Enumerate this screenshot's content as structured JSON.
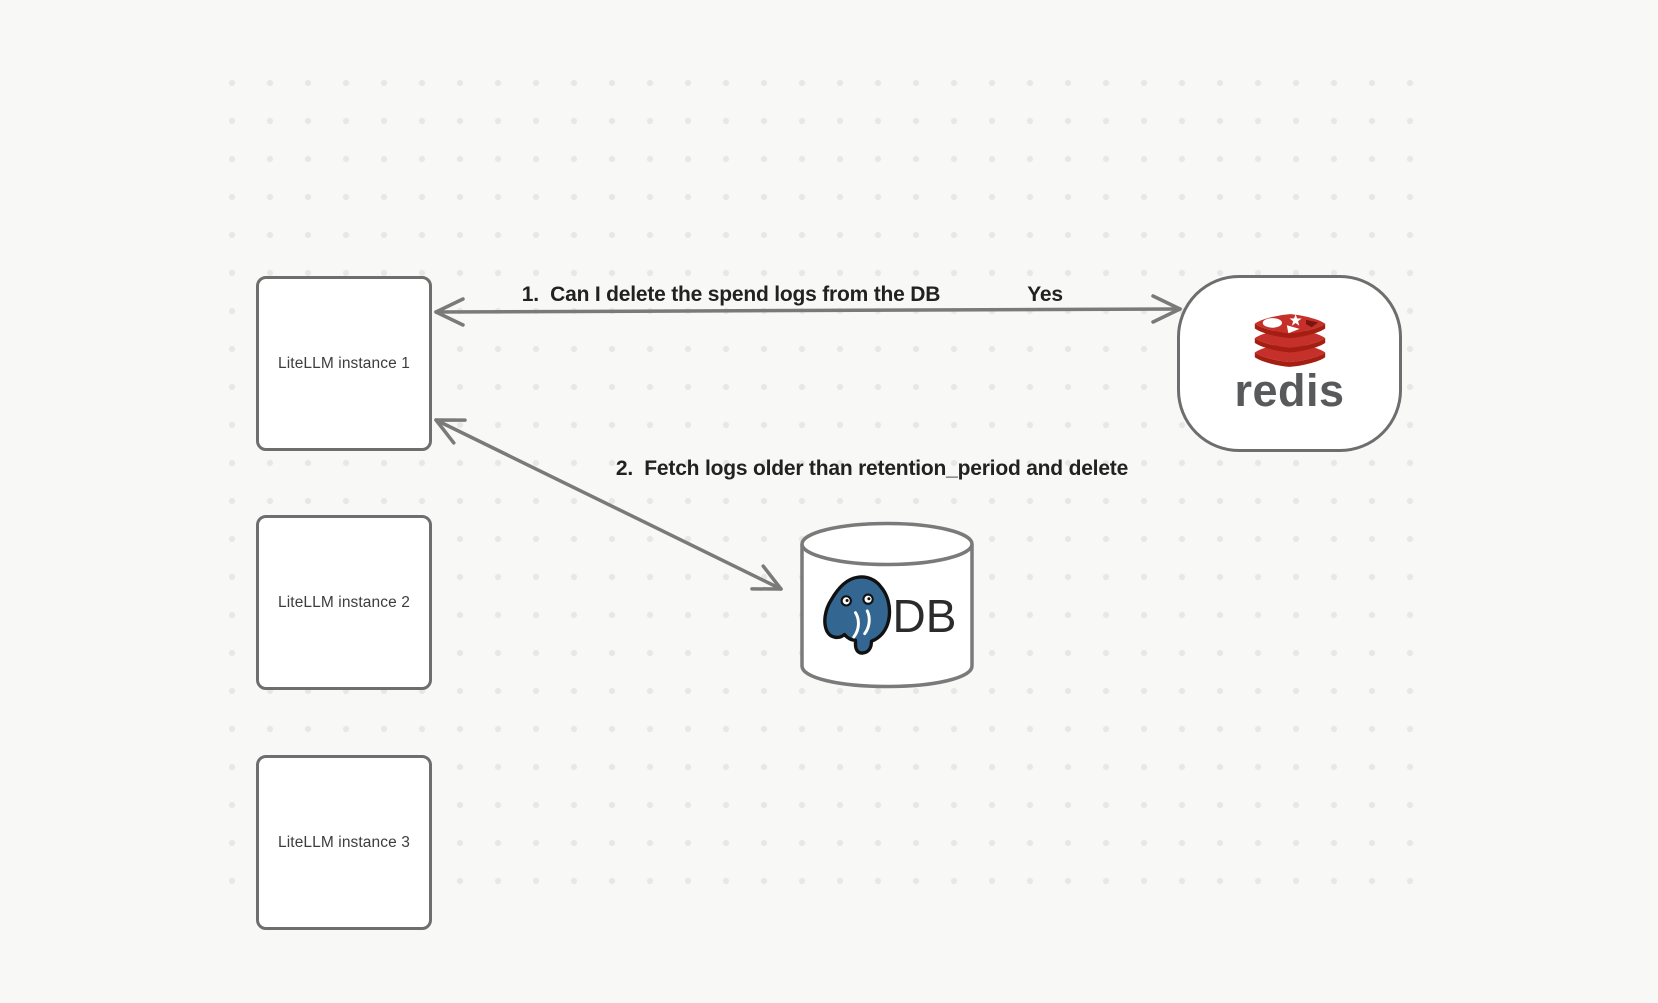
{
  "canvas": {
    "background": "#f8f8f7",
    "dot_color": "#e7e7e6"
  },
  "nodes": {
    "instances": [
      {
        "label": "LiteLLM instance 1"
      },
      {
        "label": "LiteLLM instance 2"
      },
      {
        "label": "LiteLLM instance 3"
      }
    ],
    "redis": {
      "name": "redis",
      "icon": "redis-logo"
    },
    "db": {
      "label": "DB",
      "icon": "postgresql-logo"
    }
  },
  "edges": [
    {
      "id": 1,
      "from": "LiteLLM instance 1",
      "to": "redis",
      "label": "1.  Can I delete the spend logs from the DB",
      "response": "Yes",
      "arrows": "both"
    },
    {
      "id": 2,
      "from": "LiteLLM instance 1",
      "to": "DB",
      "label": "2.  Fetch logs older than retention_period and delete",
      "arrows": "both"
    }
  ],
  "colors": {
    "node_border": "#6e6e6e",
    "arrow": "#7a7a7a",
    "edge_label_text": "#222222",
    "node_text": "#3d3d3d",
    "redis_red": "#c6302b",
    "redis_dark_red": "#a41e11",
    "redis_cube": "#7a150d",
    "redis_wordmark": "#58595b",
    "postgres_blue": "#336791",
    "db_text": "#2b2b2b"
  }
}
